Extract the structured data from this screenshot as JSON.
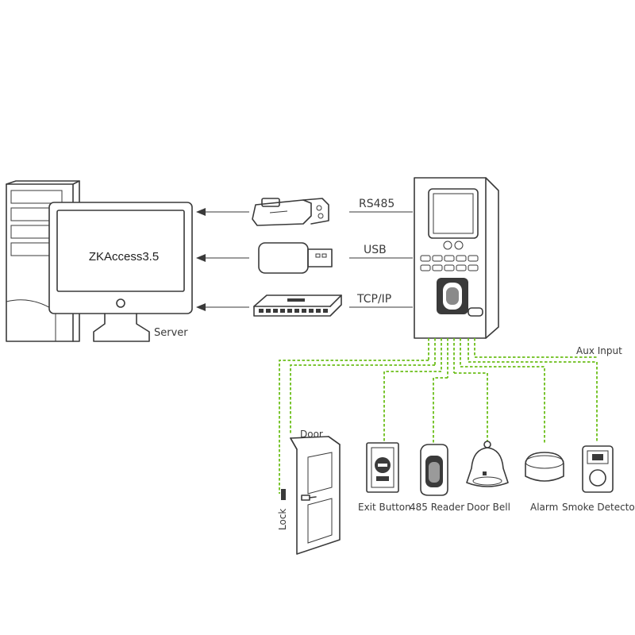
{
  "diagram": {
    "software_label": "ZKAccess3.5",
    "server_label": "Server",
    "links": [
      {
        "label": "RS485",
        "device_icon": "rs485-converter-icon"
      },
      {
        "label": "USB",
        "device_icon": "usb-dongle-icon"
      },
      {
        "label": "TCP/IP",
        "device_icon": "network-switch-icon"
      }
    ],
    "aux_input_label": "Aux Input",
    "door_label": "Door",
    "lock_label": "Lock",
    "peripherals": [
      {
        "label": "Exit Button",
        "icon": "exit-button-icon"
      },
      {
        "label": "485 Reader",
        "icon": "fingerprint-reader-icon"
      },
      {
        "label": "Door Bell",
        "icon": "door-bell-icon"
      },
      {
        "label": "Alarm",
        "icon": "alarm-icon"
      },
      {
        "label": "Smoke Detector",
        "icon": "smoke-detector-icon"
      }
    ],
    "wire_color": "#6cbf1a",
    "line_color": "#3a3a3a"
  }
}
